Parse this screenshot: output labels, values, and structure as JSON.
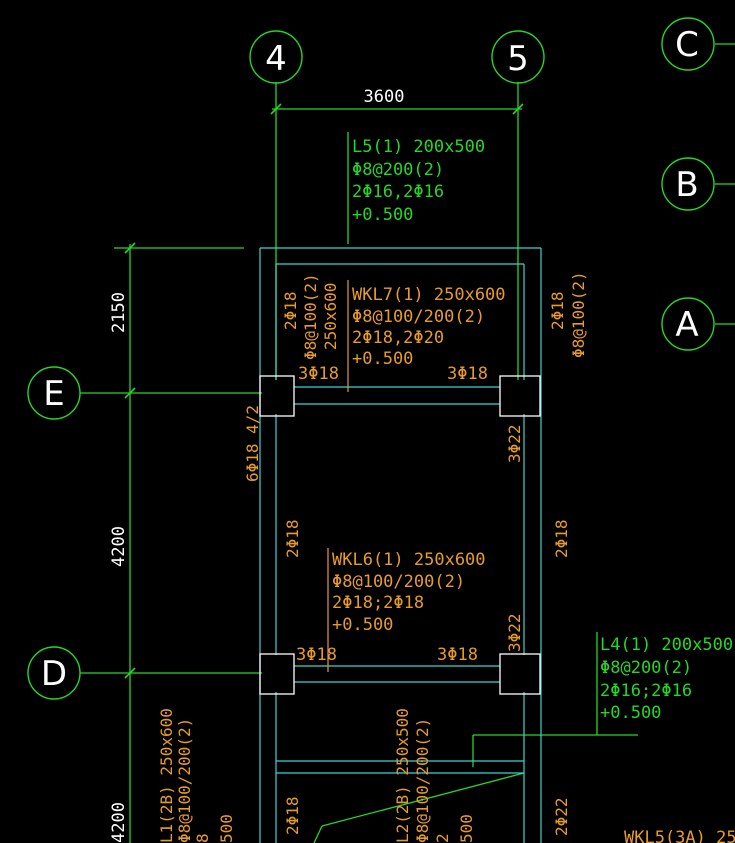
{
  "axes": {
    "col_4": "4",
    "col_5": "5",
    "row_C": "C",
    "row_B": "B",
    "row_A": "A",
    "row_E": "E",
    "row_D": "D"
  },
  "dimensions": {
    "span_4_5": "3600",
    "dim_top": "2150",
    "dim_mid": "4200",
    "dim_bottom": "4200"
  },
  "beams": {
    "L5": [
      "L5(1) 200x500",
      "Φ8@200(2)",
      "2Φ16,2Φ16",
      "+0.500"
    ],
    "WKL7": [
      "WKL7(1) 250x600",
      "Φ8@100/200(2)",
      "2Φ18,2Φ20",
      "+0.500"
    ],
    "WKL6": [
      "WKL6(1) 250x600",
      "Φ8@100/200(2)",
      "2Φ18;2Φ18",
      "+0.500"
    ],
    "L4": [
      "L4(1) 200x500",
      "Φ8@200(2)",
      "2Φ16;2Φ16",
      "+0.500"
    ],
    "WKL5_partial": "WKL5(3A) 25"
  },
  "rebar_labels": {
    "left_top_a": "2Φ18",
    "left_top_b": "Φ8@100(2)",
    "left_top_c": "250x600",
    "right_top_a": "2Φ18",
    "right_top_b": "Φ8@100(2)",
    "e_left": "3Φ18",
    "e_right": "3Φ18",
    "left_vert": "6Φ18  4/2",
    "right_vert_upper": "3Φ22",
    "mid_left": "2Φ18",
    "mid_right": "2Φ18",
    "d_left": "3Φ18",
    "d_mid": "3Φ18",
    "right_vert_lower": "3Φ22",
    "bot_left": "2Φ18",
    "bot_right": "2Φ22",
    "l1_a": "L1(2B) 250x600",
    "l1_b": "Φ8@100/200(2)",
    "l1_c": "8",
    "l1_d": "500",
    "l2_a": "L2(2B) 250x500",
    "l2_b": "Φ8@100/200(2)",
    "l2_c": "2",
    "l2_d": "500"
  }
}
